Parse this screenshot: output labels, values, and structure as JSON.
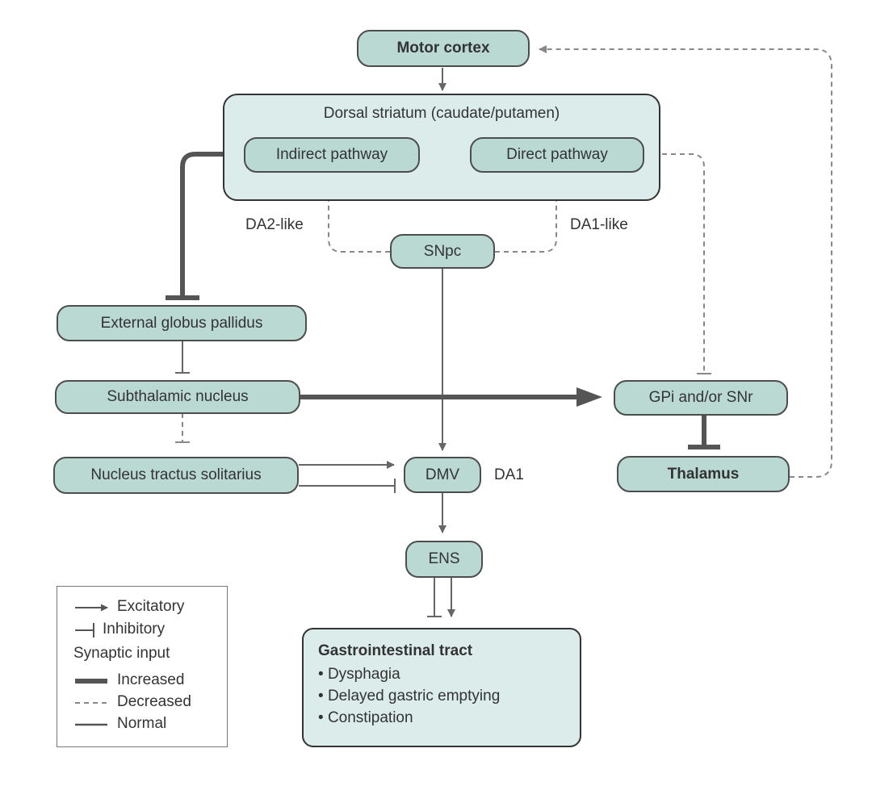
{
  "nodes": {
    "motor_cortex": "Motor cortex",
    "dorsal_striatum": "Dorsal striatum (caudate/putamen)",
    "indirect_pathway": "Indirect pathway",
    "direct_pathway": "Direct pathway",
    "snpc": "SNpc",
    "external_gp": "External globus pallidus",
    "subthalamic": "Subthalamic nucleus",
    "gpi_snr": "GPi and/or SNr",
    "thalamus": "Thalamus",
    "nts": "Nucleus tractus solitarius",
    "dmv": "DMV",
    "ens": "ENS"
  },
  "labels": {
    "da2": "DA2-like",
    "da1_like": "DA1-like",
    "da1": "DA1"
  },
  "gi_tract": {
    "title": "Gastrointestinal tract",
    "items": [
      "Dysphagia",
      "Delayed gastric emptying",
      "Constipation"
    ]
  },
  "legend": {
    "excitatory": "Excitatory",
    "inhibitory": "Inhibitory",
    "synaptic_input": "Synaptic input",
    "increased": "Increased",
    "decreased": "Decreased",
    "normal": "Normal"
  },
  "colors": {
    "node_fill": "#bad9d3",
    "group_fill": "#dbecea",
    "line": "#666666"
  }
}
